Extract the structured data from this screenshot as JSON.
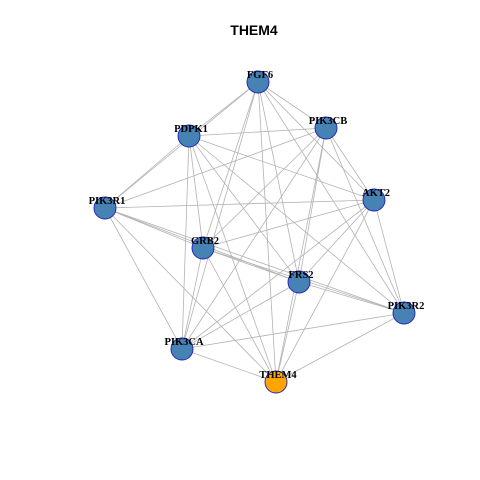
{
  "title": "THEM4",
  "colors": {
    "default_node": "#4682b4",
    "highlight_node": "#ffa500",
    "node_border": "#1f1fb8",
    "edge": "#b3b3b3"
  },
  "nodes": [
    {
      "id": "FGF6",
      "label": "FGF6",
      "highlight": false
    },
    {
      "id": "PIK3CB",
      "label": "PIK3CB",
      "highlight": false
    },
    {
      "id": "PDPK1",
      "label": "PDPK1",
      "highlight": false
    },
    {
      "id": "AKT2",
      "label": "AKT2",
      "highlight": false
    },
    {
      "id": "PIK3R1",
      "label": "PIK3R1",
      "highlight": false
    },
    {
      "id": "GRB2",
      "label": "GRB2",
      "highlight": false
    },
    {
      "id": "FRS2",
      "label": "FRS2",
      "highlight": false
    },
    {
      "id": "PIK3R2",
      "label": "PIK3R2",
      "highlight": false
    },
    {
      "id": "PIK3CA",
      "label": "PIK3CA",
      "highlight": false
    },
    {
      "id": "THEM4",
      "label": "THEM4",
      "highlight": true
    }
  ],
  "edges": [
    [
      "FGF6",
      "PDPK1"
    ],
    [
      "FGF6",
      "PIK3CB"
    ],
    [
      "FGF6",
      "AKT2"
    ],
    [
      "FGF6",
      "PIK3R1"
    ],
    [
      "FGF6",
      "GRB2"
    ],
    [
      "FGF6",
      "FRS2"
    ],
    [
      "FGF6",
      "PIK3R2"
    ],
    [
      "FGF6",
      "PIK3CA"
    ],
    [
      "FGF6",
      "THEM4"
    ],
    [
      "PDPK1",
      "PIK3CB"
    ],
    [
      "PDPK1",
      "AKT2"
    ],
    [
      "PDPK1",
      "PIK3R1"
    ],
    [
      "PDPK1",
      "GRB2"
    ],
    [
      "PDPK1",
      "FRS2"
    ],
    [
      "PDPK1",
      "PIK3R2"
    ],
    [
      "PDPK1",
      "PIK3CA"
    ],
    [
      "PDPK1",
      "THEM4"
    ],
    [
      "PIK3CB",
      "AKT2"
    ],
    [
      "PIK3CB",
      "PIK3R1"
    ],
    [
      "PIK3CB",
      "GRB2"
    ],
    [
      "PIK3CB",
      "FRS2"
    ],
    [
      "PIK3CB",
      "PIK3R2"
    ],
    [
      "PIK3CB",
      "PIK3CA"
    ],
    [
      "PIK3CB",
      "THEM4"
    ],
    [
      "PIK3R1",
      "AKT2"
    ],
    [
      "PIK3R1",
      "GRB2"
    ],
    [
      "PIK3R1",
      "FRS2"
    ],
    [
      "PIK3R1",
      "PIK3R2"
    ],
    [
      "PIK3R1",
      "PIK3CA"
    ],
    [
      "PIK3R1",
      "THEM4"
    ],
    [
      "AKT2",
      "GRB2"
    ],
    [
      "AKT2",
      "FRS2"
    ],
    [
      "AKT2",
      "PIK3R2"
    ],
    [
      "AKT2",
      "PIK3CA"
    ],
    [
      "AKT2",
      "THEM4"
    ],
    [
      "GRB2",
      "FRS2"
    ],
    [
      "GRB2",
      "PIK3R2"
    ],
    [
      "GRB2",
      "PIK3CA"
    ],
    [
      "GRB2",
      "THEM4"
    ],
    [
      "FRS2",
      "PIK3R2"
    ],
    [
      "FRS2",
      "PIK3CA"
    ],
    [
      "FRS2",
      "THEM4"
    ],
    [
      "PIK3R2",
      "PIK3CA"
    ],
    [
      "PIK3R2",
      "THEM4"
    ],
    [
      "PIK3CA",
      "THEM4"
    ]
  ]
}
